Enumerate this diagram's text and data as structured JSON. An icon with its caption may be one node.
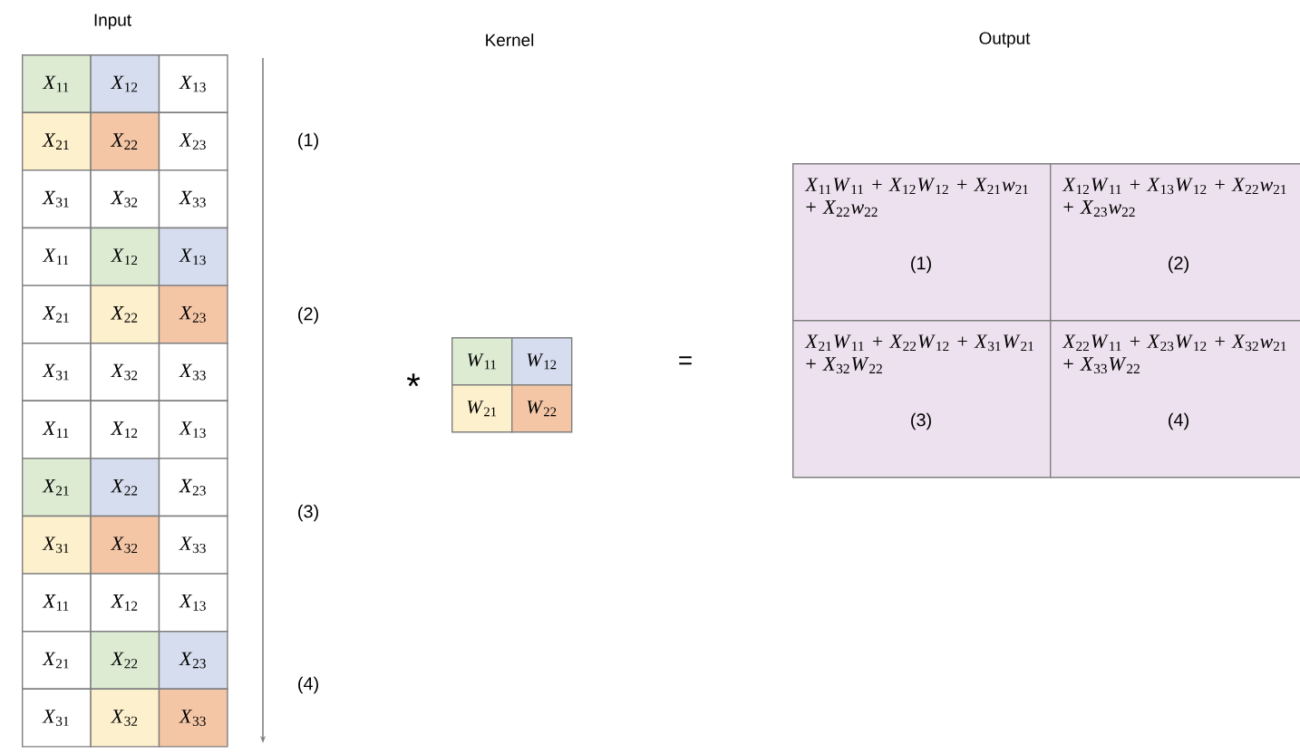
{
  "diagram": {
    "nodes": [
      {
        "text": [
          "*X*$_{11}$"
        ]
      },
      {
        "text": [
          "*X*$_{12}$"
        ]
      },
      {
        "text": [
          "*X*$_{13}$"
        ]
      },
      {
        "text": [
          "*X*$_{21}$"
        ]
      },
      {
        "text": [
          "*X*$_{22}$"
        ]
      },
      {
        "text": [
          "*X*$_{23}$"
        ]
      },
      {
        "text": [
          "*X*$_{31}$"
        ]
      },
      {
        "text": [
          "*X*$_{32}$"
        ]
      },
      {
        "text": [
          "*X*$_{33}$"
        ]
      },
      {
        "text": [
          "*X*$_{11}$"
        ]
      },
      {
        "text": [
          "*X*$_{12}$"
        ]
      },
      {
        "text": [
          "*X*$_{13}$"
        ]
      },
      {
        "text": [
          "*X*$_{21}$"
        ]
      },
      {
        "text": [
          "*X*$_{22}$"
        ]
      },
      {
        "text": [
          "*X*$_{23}$"
        ]
      },
      {
        "text": [
          "*X*$_{31}$"
        ]
      },
      {
        "text": [
          "*X*$_{32}$"
        ]
      },
      {
        "text": [
          "*X*$_{33}$"
        ]
      },
      {
        "text": [
          "*X*$_{11}$"
        ]
      },
      {
        "text": [
          "*X*$_{12}$"
        ]
      },
      {
        "text": [
          "*X*$_{13}$"
        ]
      },
      {
        "text": [
          "*X*$_{21}$"
        ]
      },
      {
        "text": [
          "*X*$_{22}$"
        ]
      },
      {
        "text": [
          "*X*$_{23}$"
        ]
      },
      {
        "text": [
          "*X*$_{31}$"
        ]
      },
      {
        "text": [
          "*X*$_{32}$"
        ]
      },
      {
        "text": [
          "*X*$_{33}$"
        ]
      },
      {
        "text": [
          "*X*$_{11}$"
        ]
      },
      {
        "text": [
          "*X*$_{12}$"
        ]
      },
      {
        "text": [
          "*X*$_{13}$"
        ]
      },
      {
        "text": [
          "*X*$_{21}$"
        ]
      },
      {
        "text": [
          "*X*$_{22}$"
        ]
      },
      {
        "text": [
          "*X*$_{23}$"
        ]
      },
      {
        "text": [
          "*X*$_{31}$"
        ]
      },
      {
        "text": [
          "*X*$_{32}$"
        ]
      },
      {
        "text": [
          "*X*$_{33}$"
        ]
      },
      {
        "text": [
          "*W*$_{11}$"
        ]
      },
      {
        "text": [
          "*W*$_{12}$"
        ]
      },
      {
        "text": [
          "*W*$_{21}$"
        ]
      },
      {
        "text": [
          "*W*$_{22}$"
        ]
      },
      {
        "text": [
          "*X*$_{11}$*W*$_{11}$ + *X*$_{12}$*W*$_{12}$ + *X*$_{21}$*w*$_{21}$ + *X*$_{22}$*w*$_{22}$",
          "(1)"
        ]
      },
      {
        "text": [
          "*X*$_{12}$*W*$_{11}$ + *X*$_{13}$*W*$_{12}$ + *X*$_{22}$*w*$_{21}$ + *X*$_{23}$*w*$_{22}$",
          "(2)"
        ]
      },
      {
        "text": [
          "*X*$_{21}$*W*$_{11}$ + *X*$_{22}$*W*$_{12}$ + *X*$_{31}$*W*$_{21}$ + *X*$_{32}$*W*$_{22}$",
          "(3)"
        ]
      },
      {
        "text": [
          "*X*$_{22}$*W*$_{11}$ + *X*$_{23}$*W*$_{12}$ + *X*$_{32}$*w*$_{21}$ + *X*$_{33}$*W*$_{22}$",
          "(4)"
        ]
      }
    ],
    "labels": [
      "Input",
      "Kernel",
      "Output",
      "(1)",
      "(2)",
      "*",
      "=",
      "(3)",
      "(4)"
    ]
  }
}
